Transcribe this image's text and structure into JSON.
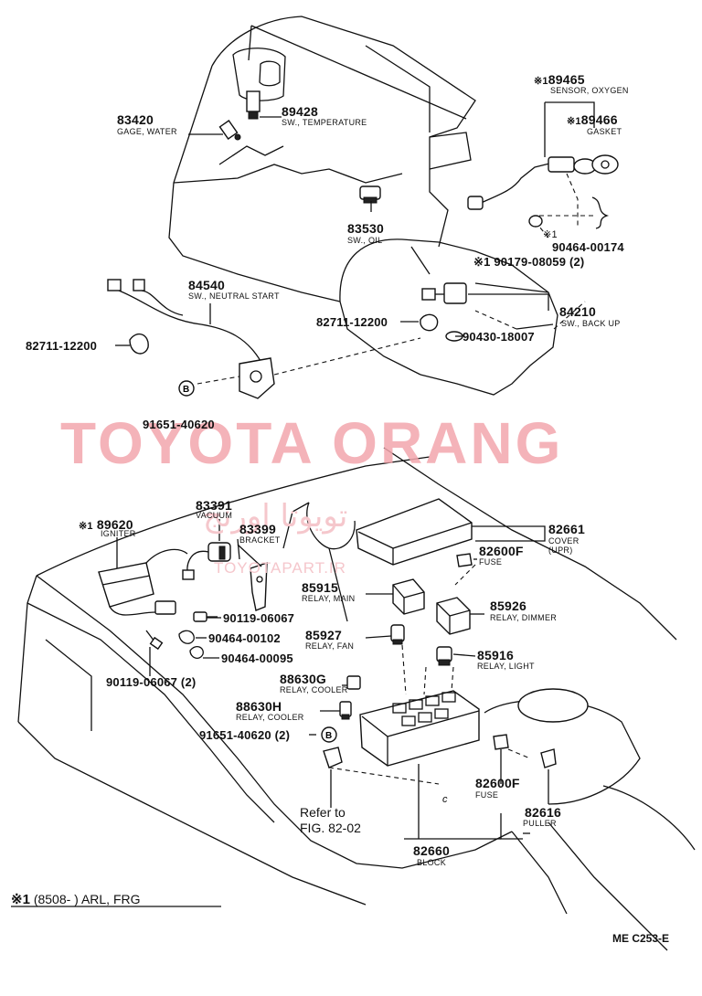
{
  "watermark": {
    "main": "TOYOTA ORANG",
    "arabic": "تويوتا اورنج",
    "site": "TOYOTAPART.IR"
  },
  "upper": {
    "p83420": {
      "num": "83420",
      "desc": "GAGE, WATER"
    },
    "p89428": {
      "num": "89428",
      "desc": "SW., TEMPERATURE"
    },
    "p89465": {
      "mark": "※1",
      "num": "89465",
      "desc": "SENSOR, OXYGEN"
    },
    "p89466": {
      "mark": "※1",
      "num": "89466",
      "desc": "GASKET"
    },
    "p83530": {
      "num": "83530",
      "desc": "SW., OIL"
    },
    "p90464_00174": {
      "mark": "※1",
      "num": "90464-00174"
    },
    "p90179": {
      "text": "※1 90179-08059 (2)"
    },
    "p84540": {
      "num": "84540",
      "desc": "SW., NEUTRAL START"
    },
    "p84210": {
      "num": "84210",
      "desc": "SW., BACK UP"
    },
    "p82711_a": {
      "num": "82711-12200"
    },
    "p82711_b": {
      "num": "82711-12200"
    },
    "p90430": {
      "num": "90430-18007"
    },
    "p91651_a": {
      "num": "91651-40620"
    },
    "b_mark": "B"
  },
  "lower": {
    "p89620": {
      "mark": "※1",
      "num": "89620",
      "desc": "IGNITER"
    },
    "p83391": {
      "num": "83391",
      "desc": "VACUUM"
    },
    "p83399": {
      "num": "83399",
      "desc": "BRACKET"
    },
    "p82661": {
      "num": "82661",
      "desc": "COVER",
      "desc2": "(UPR)"
    },
    "p82600F_a": {
      "num": "82600F",
      "desc": "FUSE"
    },
    "p85915": {
      "num": "85915",
      "desc": "RELAY, MAIN"
    },
    "p85926": {
      "num": "85926",
      "desc": "RELAY, DIMMER"
    },
    "p90119_a": {
      "num": "90119-06067"
    },
    "p90464_00102": {
      "num": "90464-00102"
    },
    "p85927": {
      "num": "85927",
      "desc": "RELAY, FAN"
    },
    "p90464_00095": {
      "num": "90464-00095"
    },
    "p85916": {
      "num": "85916",
      "desc": "RELAY, LIGHT"
    },
    "p90119_b": {
      "num": "90119-06067 (2)"
    },
    "p88630G": {
      "num": "88630G",
      "desc": "RELAY, COOLER"
    },
    "p88630H": {
      "num": "88630H",
      "desc": "RELAY, COOLER"
    },
    "p91651_b": {
      "num": "91651-40620 (2)"
    },
    "p82600F_b": {
      "num": "82600F",
      "desc": "FUSE"
    },
    "p82616": {
      "num": "82616",
      "desc": "PULLER"
    },
    "refer": {
      "line1": "Refer to",
      "line2": "FIG. 82-02"
    },
    "p82660": {
      "num": "82660",
      "desc": "BLOCK"
    },
    "c_mark": "c",
    "b_mark": "B"
  },
  "footnote": {
    "mark": "※1",
    "text": "(8508-        ) ARL, FRG"
  },
  "code": "ME C253-E"
}
